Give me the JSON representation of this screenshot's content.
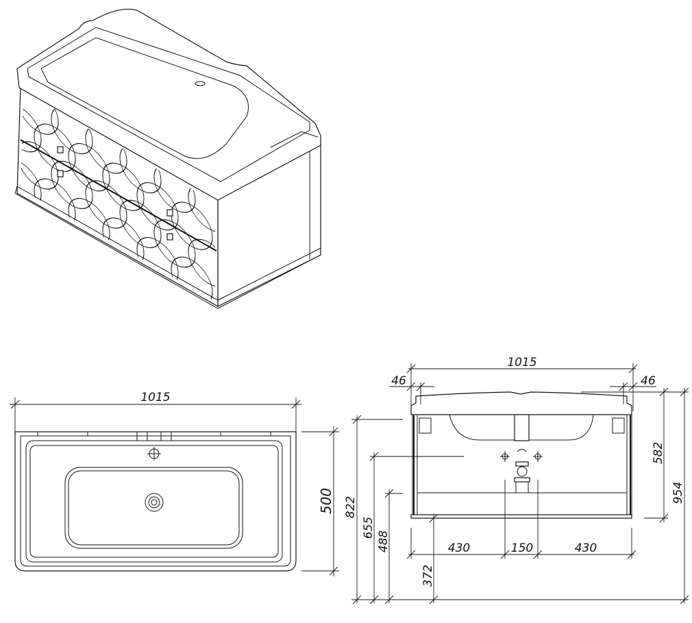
{
  "drawing": {
    "top_view": {
      "width_label": "1015",
      "depth_label": "500"
    },
    "front_view": {
      "width_label": "1015",
      "left_offset_label": "46",
      "right_offset_label": "46",
      "bottom_dims": [
        "430",
        "150",
        "430"
      ],
      "left_heights": [
        "822",
        "655",
        "488",
        "372"
      ],
      "right_heights": [
        "582",
        "954"
      ]
    }
  }
}
